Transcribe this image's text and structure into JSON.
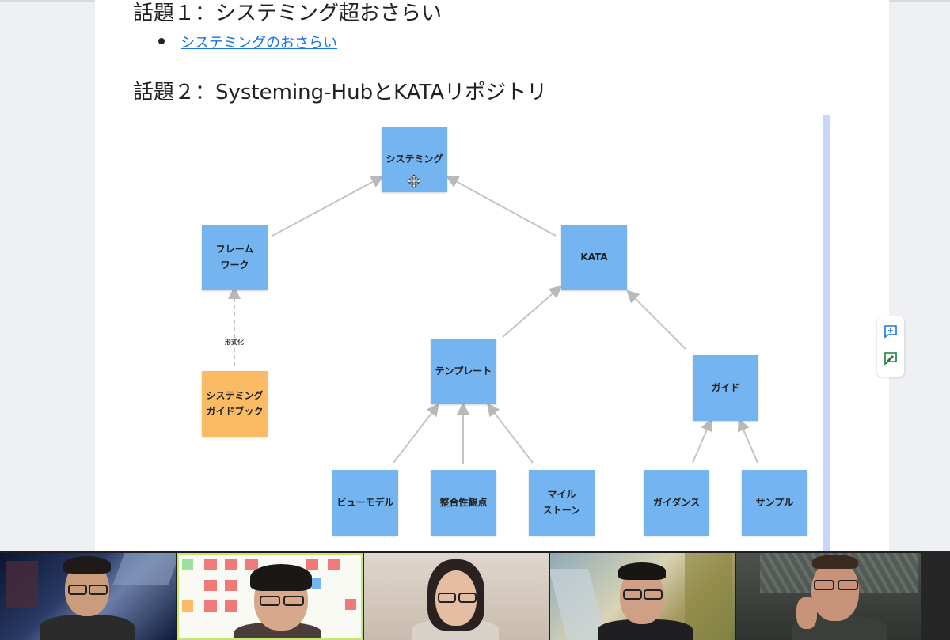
{
  "document": {
    "heading1": "話題１：システミング超おさらい",
    "bullet_link": "システミングのおさらい",
    "heading2": "話題２：Systeming-HubとKATAリポジトリ"
  },
  "diagram": {
    "nodes": {
      "systeming": "システミング",
      "framework": "フレーム\nワーク",
      "kata": "KATA",
      "guidebook": "システミング\nガイドブック",
      "template": "テンプレート",
      "guide": "ガイド",
      "viewmodel": "ビューモデル",
      "consistency": "整合性観点",
      "milestone": "マイル\nストーン",
      "guidance": "ガイダンス",
      "sample": "サンプル"
    },
    "edge_label": "形式化"
  },
  "side_toolbar": {
    "icons": [
      "add-comment-icon",
      "suggest-edit-icon"
    ]
  },
  "video_call": {
    "participants": [
      {
        "id": "participant-1",
        "background": "space"
      },
      {
        "id": "participant-2",
        "background": "diagram-board"
      },
      {
        "id": "participant-3",
        "background": "room"
      },
      {
        "id": "participant-4",
        "background": "illustration"
      },
      {
        "id": "participant-5",
        "background": "room-dark"
      }
    ]
  },
  "colors": {
    "node_blue": "#74b5f1",
    "node_orange": "#fbbb65",
    "link": "#1a73e8",
    "arrow": "#b9b9b9"
  }
}
